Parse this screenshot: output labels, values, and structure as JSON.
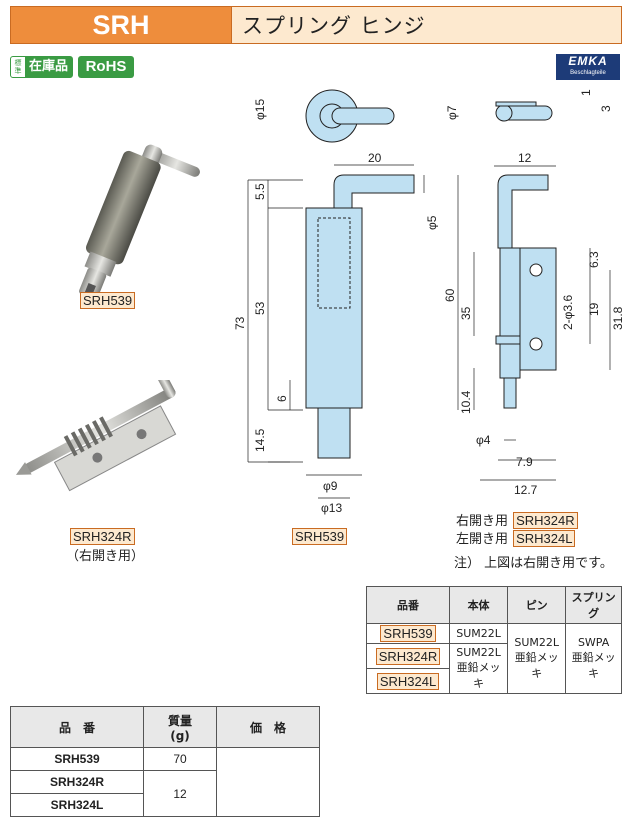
{
  "header": {
    "code": "SRH",
    "title": "スプリング  ヒンジ"
  },
  "badges": {
    "stock_small": "標準",
    "stock_main": "在庫品",
    "rohs": "RoHS"
  },
  "brand": {
    "name": "EMKA",
    "sub": "Beschlagteile"
  },
  "labels": {
    "photo1": "SRH539",
    "photo2": "SRH324R",
    "photo2_note": "（右開き用）",
    "drawing1": "SRH539",
    "right_open_prefix": "右開き用",
    "right_open_code": "SRH324R",
    "left_open_prefix": "左開き用",
    "left_open_code": "SRH324L",
    "note": "注）  上図は右開き用です。"
  },
  "dims_srh539": {
    "d15": "φ15",
    "d20": "20",
    "d5_5": "5.5",
    "d5": "φ5",
    "d73": "73",
    "d53": "53",
    "d6": "6",
    "d14_5": "14.5",
    "d9": "φ9",
    "d13": "φ13"
  },
  "dims_srh324": {
    "d7": "φ7",
    "d1": "1",
    "d3": "3",
    "d12": "12",
    "d60": "60",
    "d6_3": "6.3",
    "d2_3_6": "2-φ3.6",
    "d35": "35",
    "d19": "19",
    "d31_8": "31.8",
    "d10_4": "10.4",
    "d4": "φ4",
    "d7_9": "7.9",
    "d12_7": "12.7"
  },
  "spec_table": {
    "headers": [
      "品番",
      "本体",
      "ピン",
      "スプリング"
    ],
    "rows": [
      {
        "part": "SRH539",
        "body": "SUM22L"
      },
      {
        "part": "SRH324R",
        "body": "SUM22L",
        "body_sub": "亜鉛メッキ"
      },
      {
        "part": "SRH324L"
      }
    ],
    "pin": "SUM22L",
    "pin_sub": "亜鉛メッキ",
    "spring": "SWPA",
    "spring_sub": "亜鉛メッキ"
  },
  "price_table": {
    "headers": {
      "part": "品　番",
      "mass": "質量",
      "mass_unit": "(g)",
      "price": "価　格"
    },
    "rows": [
      {
        "part": "SRH539",
        "mass": "70"
      },
      {
        "part": "SRH324R",
        "mass": "12"
      },
      {
        "part": "SRH324L"
      }
    ]
  },
  "colors": {
    "accent": "#ee8d3c",
    "accent_light": "#fde9cf",
    "green": "#3a9b43",
    "part_blue": "#bfe0f2",
    "brand": "#1d3b78"
  }
}
